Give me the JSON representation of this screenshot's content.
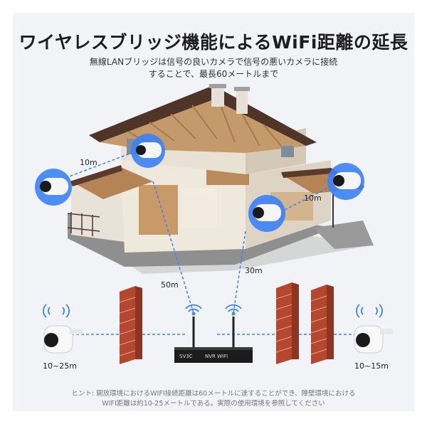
{
  "header": {
    "title": "ワイヤレスブリッジ機能によるWiFi距離の延長",
    "subtitle_line1": "無線LANブリッジは信号の良いカメラで信号の悪いカメラに接続",
    "subtitle_line2": "することで、最長60メートルまで"
  },
  "distances": {
    "left_top": "10m",
    "right_mid": "10m",
    "center_left": "50m",
    "center_right": "30m",
    "bottom_left": "10~25m",
    "bottom_right": "10~15m"
  },
  "nvr": {
    "brand": "SV3C",
    "model": "NVR WIFI"
  },
  "footer": {
    "hint_line1": "ヒント: 開放環境におけるWIFI接続距離は60メートルに達することができ、障壁環境における",
    "hint_line2": "WIFI距離は約10-25メートルである。実際の使用環境を参照してください"
  },
  "colors": {
    "accent_blue": "#3b82f6",
    "brick": "#b5472f",
    "roof": "#5a3a2a"
  }
}
